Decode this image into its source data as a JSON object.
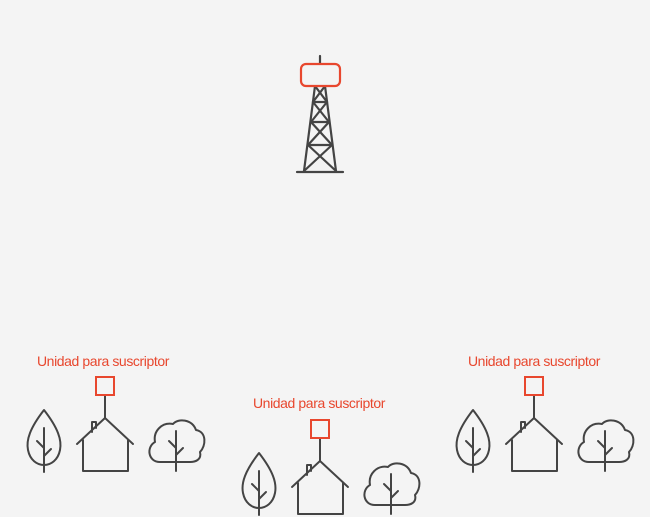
{
  "colors": {
    "background": "#f4f4f4",
    "line": "#444444",
    "accent": "#e8472e"
  },
  "tower": {
    "icon": "cell-tower-icon",
    "antenna_icon": "base-station-antenna-icon"
  },
  "sites": [
    {
      "label": "Unidad para suscriptor",
      "icons": [
        "tree-icon",
        "house-icon",
        "subscriber-unit-icon",
        "bush-tree-icon"
      ]
    },
    {
      "label": "Unidad para suscriptor",
      "icons": [
        "tree-icon",
        "house-icon",
        "subscriber-unit-icon",
        "bush-tree-icon"
      ]
    },
    {
      "label": "Unidad para suscriptor",
      "icons": [
        "tree-icon",
        "house-icon",
        "subscriber-unit-icon",
        "bush-tree-icon"
      ]
    }
  ]
}
